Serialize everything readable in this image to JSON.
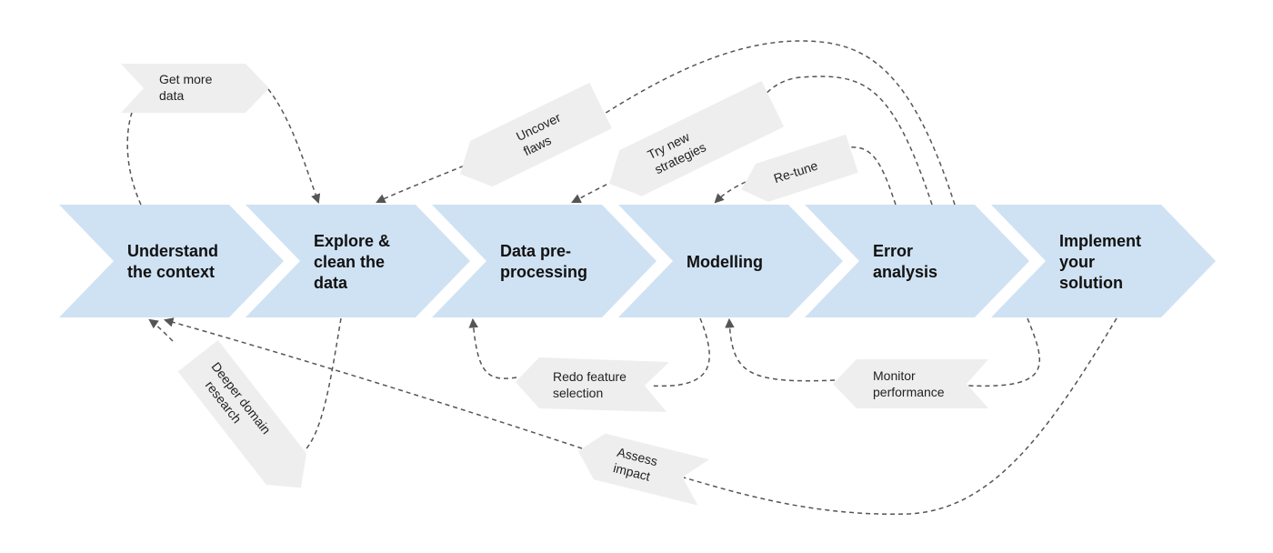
{
  "stages": [
    {
      "lines": [
        "Understand",
        "the context"
      ]
    },
    {
      "lines": [
        "Explore &",
        "clean the",
        "data"
      ]
    },
    {
      "lines": [
        "Data pre-",
        "processing"
      ]
    },
    {
      "lines": [
        "Modelling"
      ]
    },
    {
      "lines": [
        "Error",
        "analysis"
      ]
    },
    {
      "lines": [
        "Implement",
        "your",
        "solution"
      ]
    }
  ],
  "loops": {
    "get_more_data": [
      "Get more",
      "data"
    ],
    "uncover_flaws": [
      "Uncover",
      "flaws"
    ],
    "try_new_strategies": [
      "Try new",
      "strategies"
    ],
    "re_tune": [
      "Re-tune"
    ],
    "deeper_domain_research": [
      "Deeper domain",
      "research"
    ],
    "redo_feature_selection": [
      "Redo feature",
      "selection"
    ],
    "monitor_performance": [
      "Monitor",
      "performance"
    ],
    "assess_impact": [
      "Assess",
      "impact"
    ]
  },
  "colors": {
    "stage_fill": "#cfe2f3",
    "tag_fill": "#eeeeee",
    "arrow": "#555555"
  }
}
